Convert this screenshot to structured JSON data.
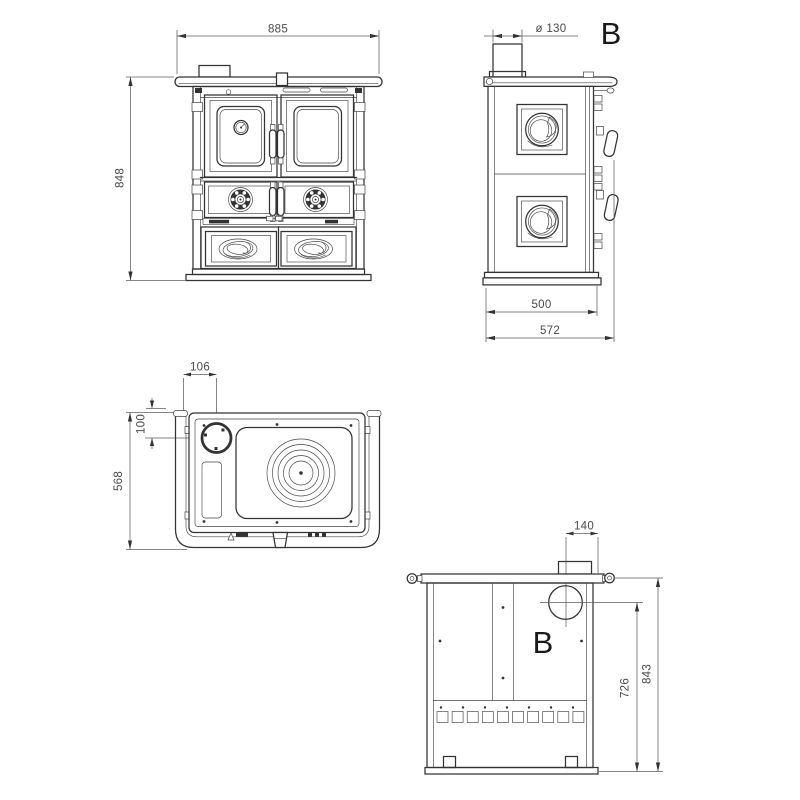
{
  "drawing": {
    "type": "technical-orthographic-views",
    "subject": "wood cook stove dimensional drawing",
    "colors": {
      "background": "#ffffff",
      "line": "#333333",
      "dimension": "#5f5f5f",
      "text": "#4a4a4a"
    },
    "views": {
      "front": {
        "dims": {
          "width": "885",
          "height": "848"
        }
      },
      "side": {
        "label": "B",
        "dims": {
          "flue_diameter": "ø 130",
          "depth_body": "500",
          "depth_total": "572"
        }
      },
      "top": {
        "dims": {
          "flue_offset_x": "106",
          "flue_offset_y": "100",
          "depth": "568"
        }
      },
      "rear": {
        "label": "B",
        "dims": {
          "flue_offset": "140",
          "flue_center_height": "726",
          "total_height": "843"
        }
      }
    }
  }
}
